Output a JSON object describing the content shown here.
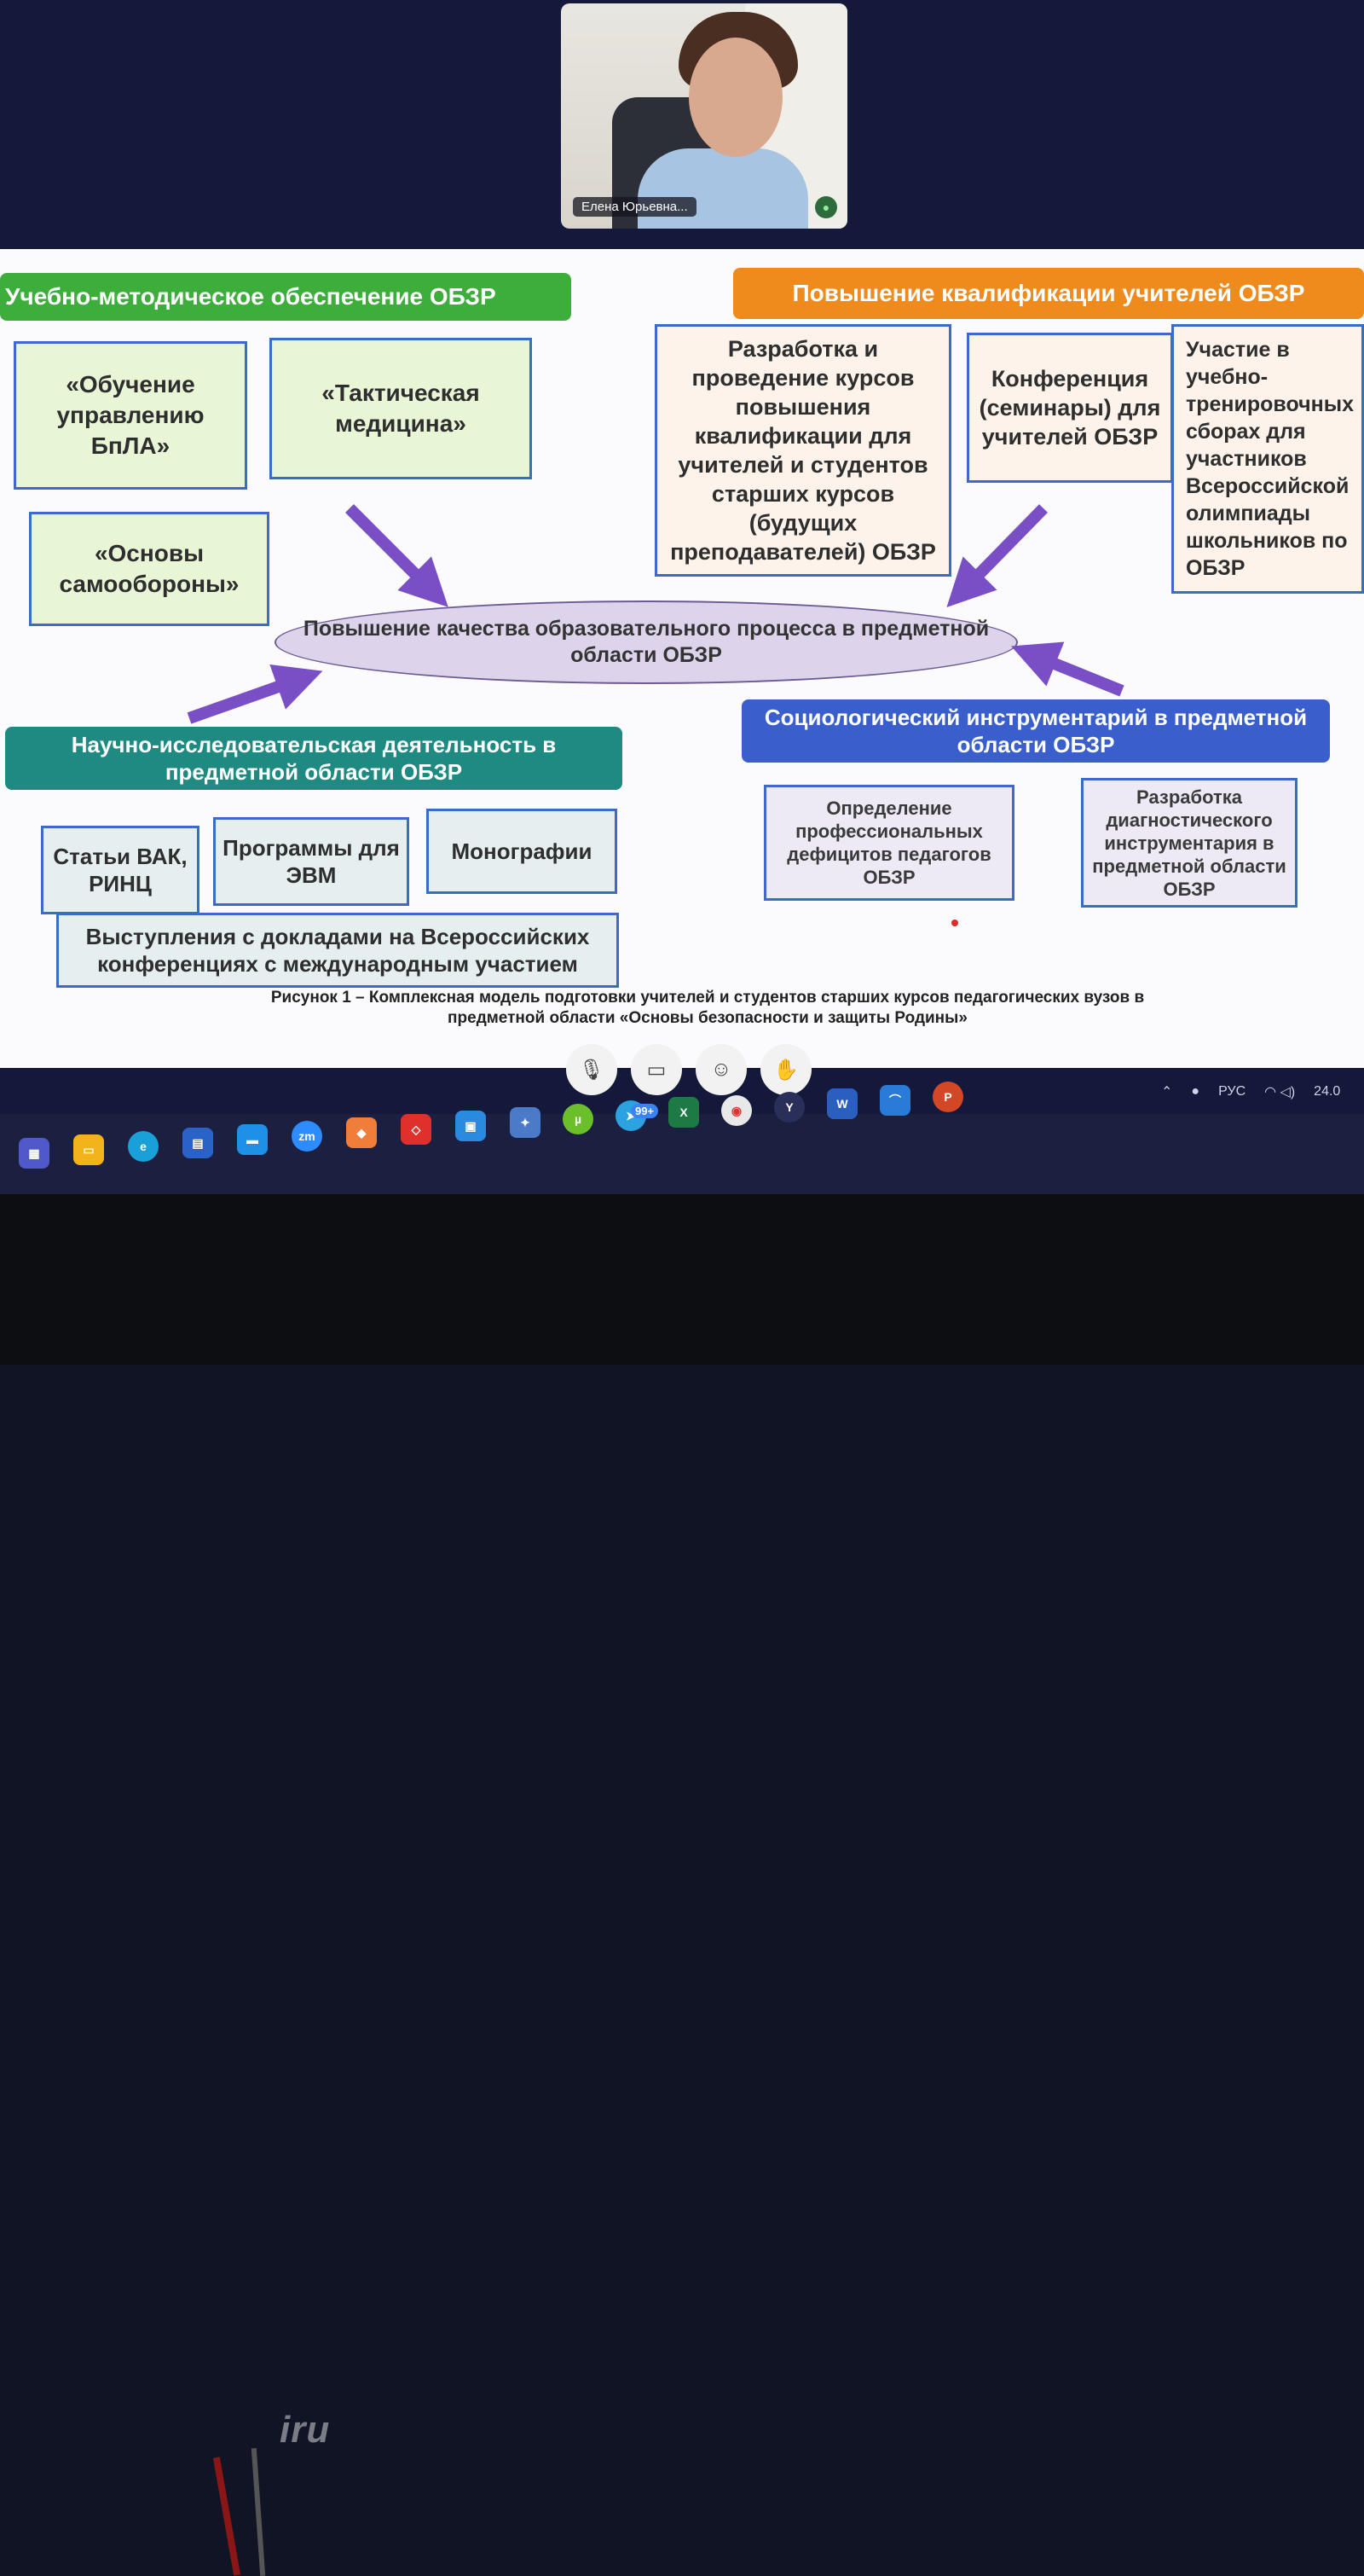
{
  "video": {
    "participant_name": "Елена Юрьевна...",
    "mic_icon": "mic-on-icon"
  },
  "slide": {
    "left_header": "Учебно-методическое обеспечение ОБЗР",
    "right_header": "Повышение квалификации учителей  ОБЗР",
    "course_boxes": [
      "«Обучение управлению БпЛА»",
      "«Тактическая медицина»",
      "«Основы самообороны»"
    ],
    "qualification_boxes": [
      "Разработка и проведение курсов повышения квалификации для учителей и студентов старших курсов (будущих преподавателей) ОБЗР",
      "Конференция (семинары) для учителей ОБЗР",
      "Участие в учебно-тренировочных сборах для участников Всероссийской олимпиады школьников по ОБЗР"
    ],
    "center_ellipse": "Повышение качества образовательного процесса в предметной области ОБЗР",
    "research_header": "Научно-исследовательская деятельность в предметной области ОБЗР",
    "research_boxes": [
      "Статьи ВАК, РИНЦ",
      "Программы для ЭВМ",
      "Монографии"
    ],
    "research_wide_box": "Выступления с докладами на Всероссийских конференциях с международным участием",
    "sociology_header": "Социологический инструментарий в предметной области ОБЗР",
    "sociology_boxes": [
      "Определение профессиональных дефицитов педагогов ОБЗР",
      "Разработка диагностического инструментария в предметной области ОБЗР"
    ],
    "caption": "Рисунок 1 – Комплексная модель подготовки учителей и студентов старших курсов педагогических вузов в предметной области «Основы безопасности и защиты Родины»"
  },
  "controls": [
    "mic-off-icon",
    "camera-off-icon",
    "emoji-icon",
    "raise-hand-icon"
  ],
  "tray": {
    "language": "РУС",
    "clock_fragment": "24.0"
  },
  "taskbar": {
    "notification_badge": "99+",
    "apps": [
      "teams-icon",
      "file-explorer-icon",
      "edge-icon",
      "store-icon",
      "monitor-app-icon",
      "zoom-icon",
      "app-orange-icon",
      "anydesk-icon",
      "camera-app-icon",
      "photos-icon",
      "utorrent-icon",
      "telegram-icon",
      "excel-icon",
      "chrome-icon",
      "yandex-browser-icon",
      "word-icon",
      "app-blue-icon",
      "powerpoint-icon"
    ],
    "zoom_label": "zm",
    "excel_label": "X",
    "yandex_label": "Y",
    "word_label": "W"
  },
  "monitor": {
    "brand_logo": "iru"
  },
  "colors": {
    "left_header": "#3dae3b",
    "right_header": "#ef8a1c",
    "research_header": "#1f8a82",
    "sociology_header": "#3a5fcc",
    "arrows": "#7a4fc6"
  }
}
